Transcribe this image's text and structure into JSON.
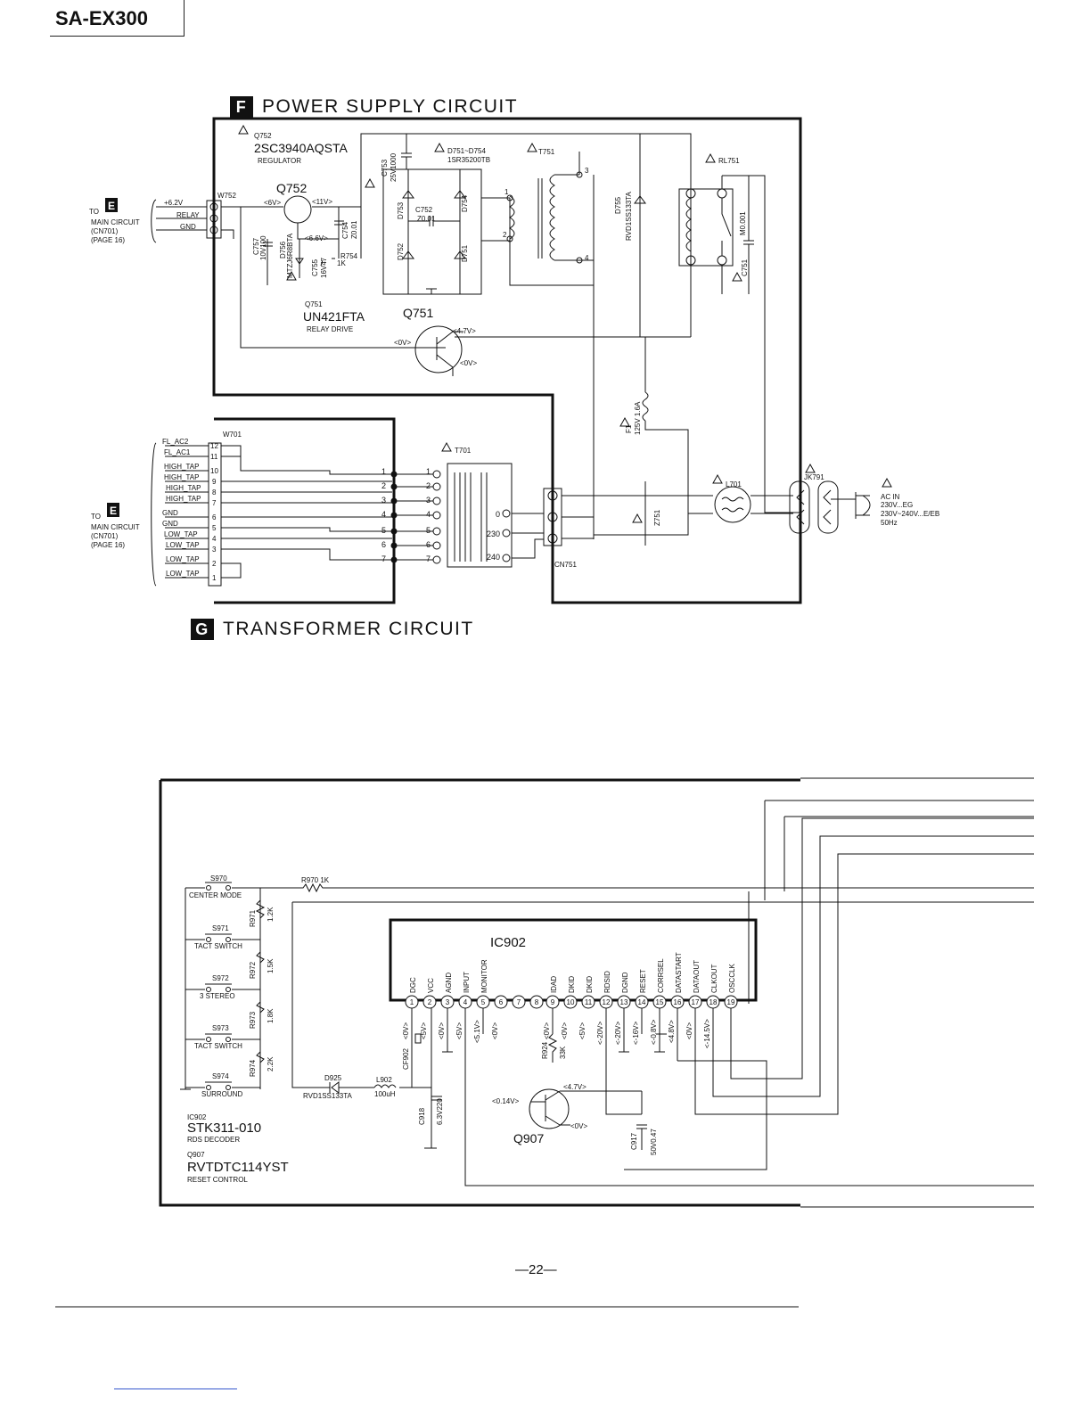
{
  "header": {
    "model": "SA-EX300"
  },
  "sections": {
    "f": {
      "badge": "F",
      "title": "POWER SUPPLY CIRCUIT"
    },
    "g": {
      "badge": "G",
      "title": "TRANSFORMER CIRCUIT"
    }
  },
  "page_number": "—22—",
  "power": {
    "q752_ref": "Q752",
    "q752_part": "2SC3940AQSTA",
    "q752_role": "REGULATOR",
    "q752_label": "Q752",
    "q752_v_base": "<6V>",
    "q752_v_coll": "<11V>",
    "q752_v_emit": "<6.6V>",
    "q751_ref": "Q751",
    "q751_part": "UN421FTA",
    "q751_role": "RELAY DRIVE",
    "q751_label": "Q751",
    "q751_v_in": "<0V>",
    "q751_v_c": "<4.7V>",
    "q751_v_e": "<0V>",
    "w752": "W752",
    "pin_62v": "+6.2V",
    "pin_relay": "RELAY",
    "pin_gnd": "GND",
    "to_e_1": [
      "TO",
      "MAIN CIRCUIT",
      "(CN701)",
      "(PAGE 16)"
    ],
    "c753": [
      "C753",
      "25V1000"
    ],
    "d751_754": [
      "D751~D754",
      "1SR35200TB"
    ],
    "t751": "T751",
    "rl751": "RL751",
    "d753": "D753",
    "d754": "D754",
    "d752": "D752",
    "d751": "D751",
    "c752": [
      "C752",
      "Z0.01"
    ],
    "d755": [
      "D755",
      "RVD1SS133TA"
    ],
    "c751": "C751",
    "c751_val": "M0.001",
    "c757": [
      "C757",
      "10V100"
    ],
    "d756": [
      "D756",
      "MTZJ6R8BTA"
    ],
    "c755": [
      "C755",
      "16V47"
    ],
    "c754": [
      "C754",
      "Z0.01"
    ],
    "r754": "R754",
    "r754_val": "1K",
    "f1": [
      "F1",
      "125V 1.6A"
    ],
    "t751_pins": [
      "1",
      "2",
      "3",
      "4"
    ]
  },
  "transformer": {
    "w701": "W701",
    "t701": "T701",
    "l701": "L701",
    "jk791": "JK791",
    "z751": "Z751",
    "cn751": "CN751",
    "ac_in": [
      "AC IN",
      "230V...EG",
      "230V~240V...E/EB",
      "50Hz"
    ],
    "to_e_2": [
      "TO",
      "MAIN CIRCUIT",
      "(CN701)",
      "(PAGE 16)"
    ],
    "pin_labels": [
      "FL_AC2",
      "FL_AC1",
      "HIGH_TAP",
      "HIGH_TAP",
      "HIGH_TAP",
      "HIGH_TAP",
      "GND",
      "GND",
      "LOW_TAP",
      "LOW_TAP",
      "LOW_TAP",
      "LOW_TAP"
    ],
    "pin_numbers": [
      "12",
      "11",
      "10",
      "9",
      "8",
      "7",
      "6",
      "5",
      "4",
      "3",
      "2",
      "1"
    ],
    "tap_numbers": [
      "1",
      "2",
      "3",
      "4",
      "5",
      "6",
      "7"
    ],
    "tap_volts": [
      "0",
      "230",
      "240"
    ]
  },
  "rds": {
    "s970": [
      "S970",
      "CENTER MODE"
    ],
    "s971": [
      "S971",
      "TACT SWITCH"
    ],
    "s972": [
      "S972",
      "3 STEREO"
    ],
    "s973": [
      "S973",
      "TACT SWITCH"
    ],
    "s974": [
      "S974",
      "SURROUND"
    ],
    "r970": "R970  1K",
    "r971": [
      "R971",
      "1.2K"
    ],
    "r972": [
      "R972",
      "1.5K"
    ],
    "r973": [
      "R973",
      "1.8K"
    ],
    "r974": [
      "R974",
      "2.2K"
    ],
    "ic902_label": "IC902",
    "ic902_pins": [
      "DGC",
      "VCC",
      "AGND",
      "INPUT",
      "MONITOR",
      "",
      "",
      "",
      "IDAD",
      "DKID",
      "DKID",
      "RDSID",
      "DGND",
      "RESET",
      "CORRSEL",
      "DATASTART",
      "DATAOUT",
      "CLKOUT",
      "OSCCLK"
    ],
    "ic902_volts": [
      "<0V>",
      "<5V>",
      "<0V>",
      "<5V>",
      "<5.1V>",
      "<0V>",
      "",
      "",
      "<0V>",
      "<0V>",
      "<5V>",
      "<-20V>",
      "<-20V>",
      "<-16V>",
      "<-0.8V>",
      "<4.8V>",
      "<0V>",
      "<-14.5V>",
      ""
    ],
    "cf902": "CF902",
    "c918": [
      "C918",
      "6.3V220"
    ],
    "d925": [
      "D925",
      "RVD1SS133TA"
    ],
    "l902": [
      "L902",
      "100uH"
    ],
    "r924": [
      "R924",
      "33K"
    ],
    "q907_label": "Q907",
    "q907_v_in": "<0.14V>",
    "q907_v_c": "<4.7V>",
    "q907_v_e": "<0V>",
    "c917": [
      "C917",
      "50V0.47"
    ],
    "legend_ic_ref": "IC902",
    "legend_ic_part": "STK311-010",
    "legend_ic_role": "RDS DECODER",
    "legend_q_ref": "Q907",
    "legend_q_part": "RVTDTC114YST",
    "legend_q_role": "RESET CONTROL"
  }
}
